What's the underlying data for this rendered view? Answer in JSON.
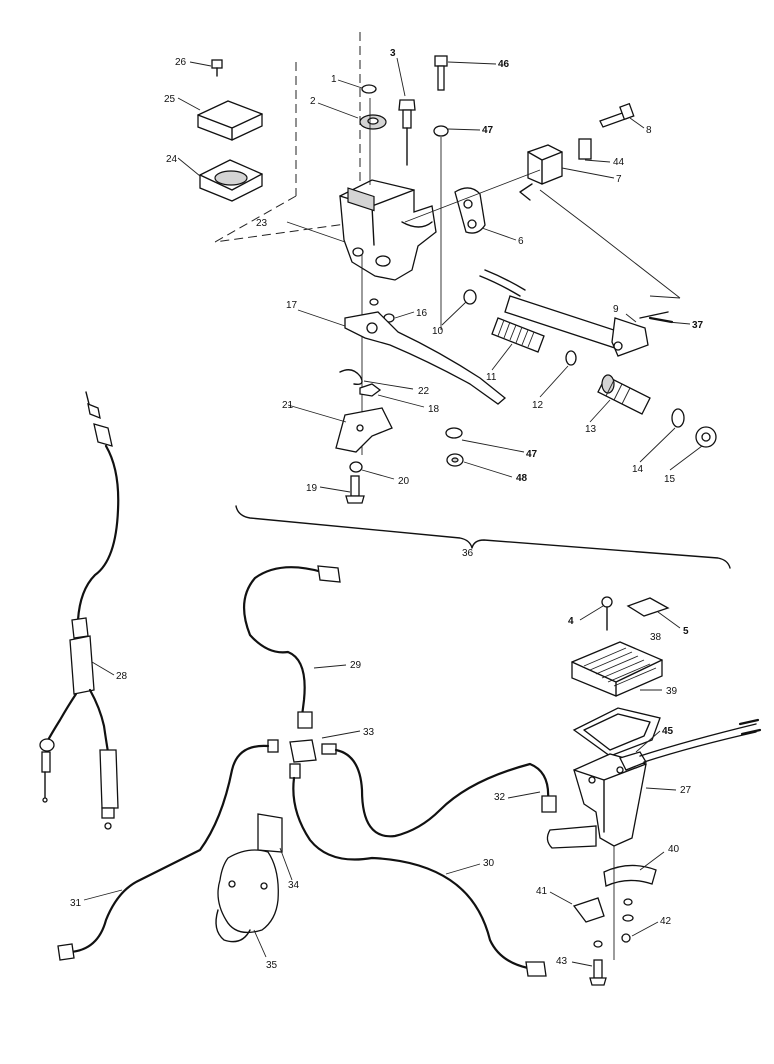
{
  "callouts": {
    "c1": "1",
    "c2": "2",
    "c3": "3",
    "c4": "4",
    "c5": "5",
    "c6": "6",
    "c7": "7",
    "c8": "8",
    "c9": "9",
    "c10": "10",
    "c11": "11",
    "c12": "12",
    "c13": "13",
    "c14": "14",
    "c15": "15",
    "c16": "16",
    "c17": "17",
    "c18": "18",
    "c19": "19",
    "c20": "20",
    "c21": "21",
    "c22": "22",
    "c23": "23",
    "c24": "24",
    "c25": "25",
    "c26": "26",
    "c27": "27",
    "c28": "28",
    "c29": "29",
    "c30": "30",
    "c31": "31",
    "c32": "32",
    "c33": "33",
    "c34": "34",
    "c35": "35",
    "c36": "36",
    "c37": "37",
    "c38": "38",
    "c39": "39",
    "c40": "40",
    "c41": "41",
    "c42": "42",
    "c43": "43",
    "c44": "44",
    "c45": "45",
    "c46": "46",
    "c47a": "47",
    "c47b": "47",
    "c48": "48"
  }
}
